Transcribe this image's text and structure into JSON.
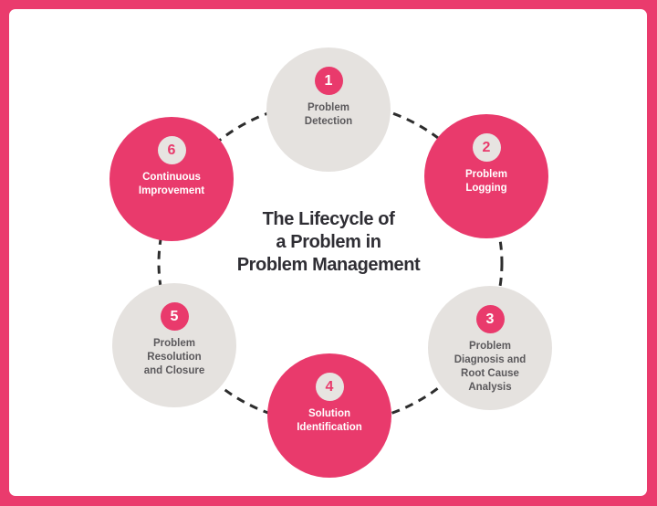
{
  "colors": {
    "frame_pink": "#ea3b6d",
    "accent_pink": "#e93a6c",
    "circle_gray": "#e5e2df",
    "badge_gray": "#e7e4e1",
    "title_text": "#2f2e34",
    "gray_label_text": "#5b595c",
    "pink_label_text": "#ffffff",
    "dash_color": "#2d2d2d",
    "card_background": "#ffffff"
  },
  "title": {
    "text": "The Lifecycle of\na Problem in\nProblem Management"
  },
  "steps": [
    {
      "number": "1",
      "label": "Problem\nDetection",
      "variant": "gray"
    },
    {
      "number": "2",
      "label": "Problem\nLogging",
      "variant": "pink"
    },
    {
      "number": "3",
      "label": "Problem\nDiagnosis and\nRoot Cause\nAnalysis",
      "variant": "gray"
    },
    {
      "number": "4",
      "label": "Solution\nIdentification",
      "variant": "pink"
    },
    {
      "number": "5",
      "label": "Problem\nResolution\nand Closure",
      "variant": "gray"
    },
    {
      "number": "6",
      "label": "Continuous\nImprovement",
      "variant": "pink"
    }
  ]
}
